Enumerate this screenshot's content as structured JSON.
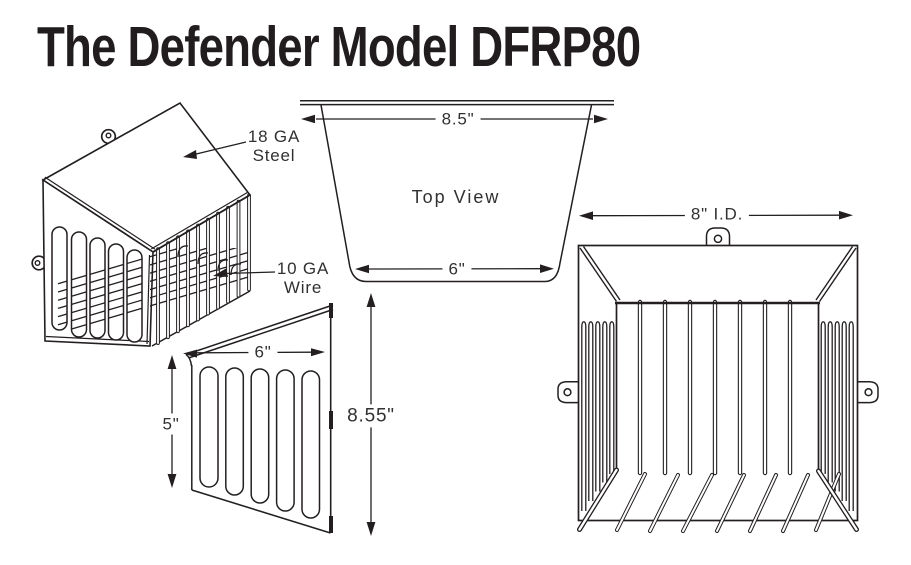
{
  "title": "The Defender Model DFRP80",
  "annotations": {
    "steel_gauge": {
      "line1": "18 GA",
      "line2": "Steel"
    },
    "wire_gauge": {
      "line1": "10 GA",
      "line2": "Wire"
    }
  },
  "top_view": {
    "label": "Top View",
    "top_width": "8.5\"",
    "bottom_width": "6\""
  },
  "side_view": {
    "width": "6\"",
    "slot_height": "5\"",
    "overall_height": "8.55\""
  },
  "front_view": {
    "inner_diameter": "8\" I.D."
  },
  "colors": {
    "line": "#231f20",
    "text": "#333033",
    "background": "#ffffff"
  }
}
